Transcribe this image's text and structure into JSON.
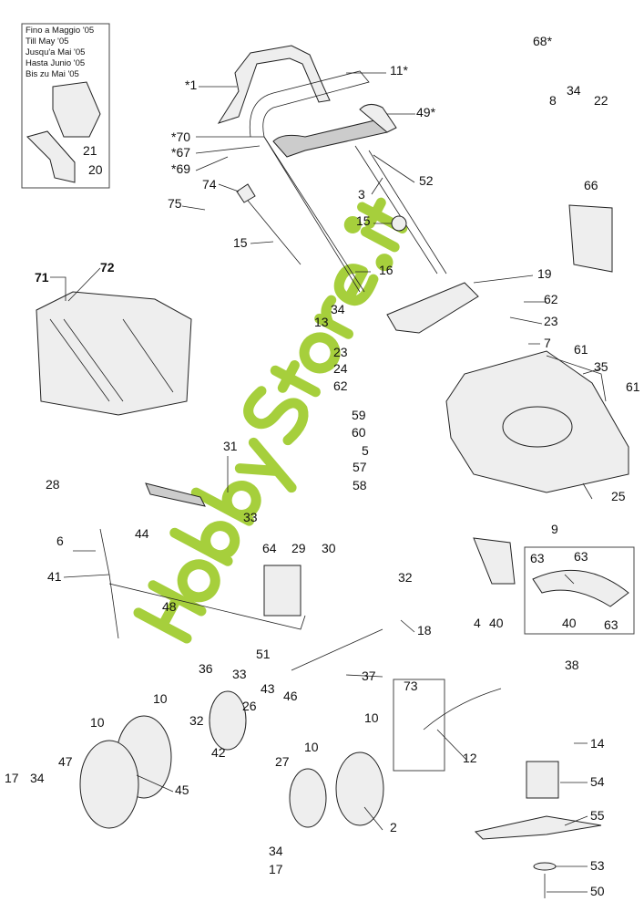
{
  "inset_note": [
    "Fino a Maggio '05",
    "Till May '05",
    "Jusqu'a Mai '05",
    "Hasta Junio '05",
    "Bis zu Mai '05"
  ],
  "watermark": "HobbyStore.it",
  "labels": [
    "21",
    "20",
    "*1",
    "11*",
    "49*",
    "*70",
    "*67",
    "*69",
    "74",
    "75",
    "15",
    "15",
    "3",
    "52",
    "16",
    "19",
    "13",
    "34",
    "62",
    "23",
    "7",
    "61",
    "35",
    "61",
    "23",
    "24",
    "62",
    "59",
    "60",
    "5",
    "57",
    "58",
    "25",
    "71",
    "72",
    "68*",
    "8",
    "34",
    "22",
    "66",
    "31",
    "28",
    "33",
    "64",
    "29",
    "30",
    "6",
    "44",
    "41",
    "48",
    "32",
    "18",
    "9",
    "63",
    "63",
    "63",
    "4",
    "40",
    "40",
    "38",
    "51",
    "33",
    "43",
    "46",
    "37",
    "36",
    "10",
    "10",
    "10",
    "10",
    "26",
    "32",
    "42",
    "47",
    "45",
    "17",
    "34",
    "73",
    "12",
    "14",
    "54",
    "27",
    "2",
    "55",
    "34",
    "17",
    "53",
    "50"
  ]
}
